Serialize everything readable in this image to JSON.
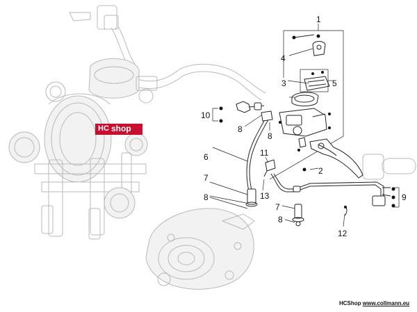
{
  "watermark": {
    "brand_a": "HC",
    "brand_b": "shop"
  },
  "footer": {
    "shop": "HCShop",
    "url": "www.collmann.eu"
  },
  "callouts": {
    "c1": "1",
    "c2": "2",
    "c3": "3",
    "c4": "4",
    "c5": "5",
    "c6": "6",
    "c7a": "7",
    "c7b": "7",
    "c8a": "8",
    "c8b": "8",
    "c8c": "8",
    "c8d": "8",
    "c9": "9",
    "c10": "10",
    "c11": "11",
    "c12": "12",
    "c13": "13"
  },
  "colors": {
    "ink": "#111111",
    "ghost": "#b9b9b9",
    "watermark": "#c8102e"
  }
}
